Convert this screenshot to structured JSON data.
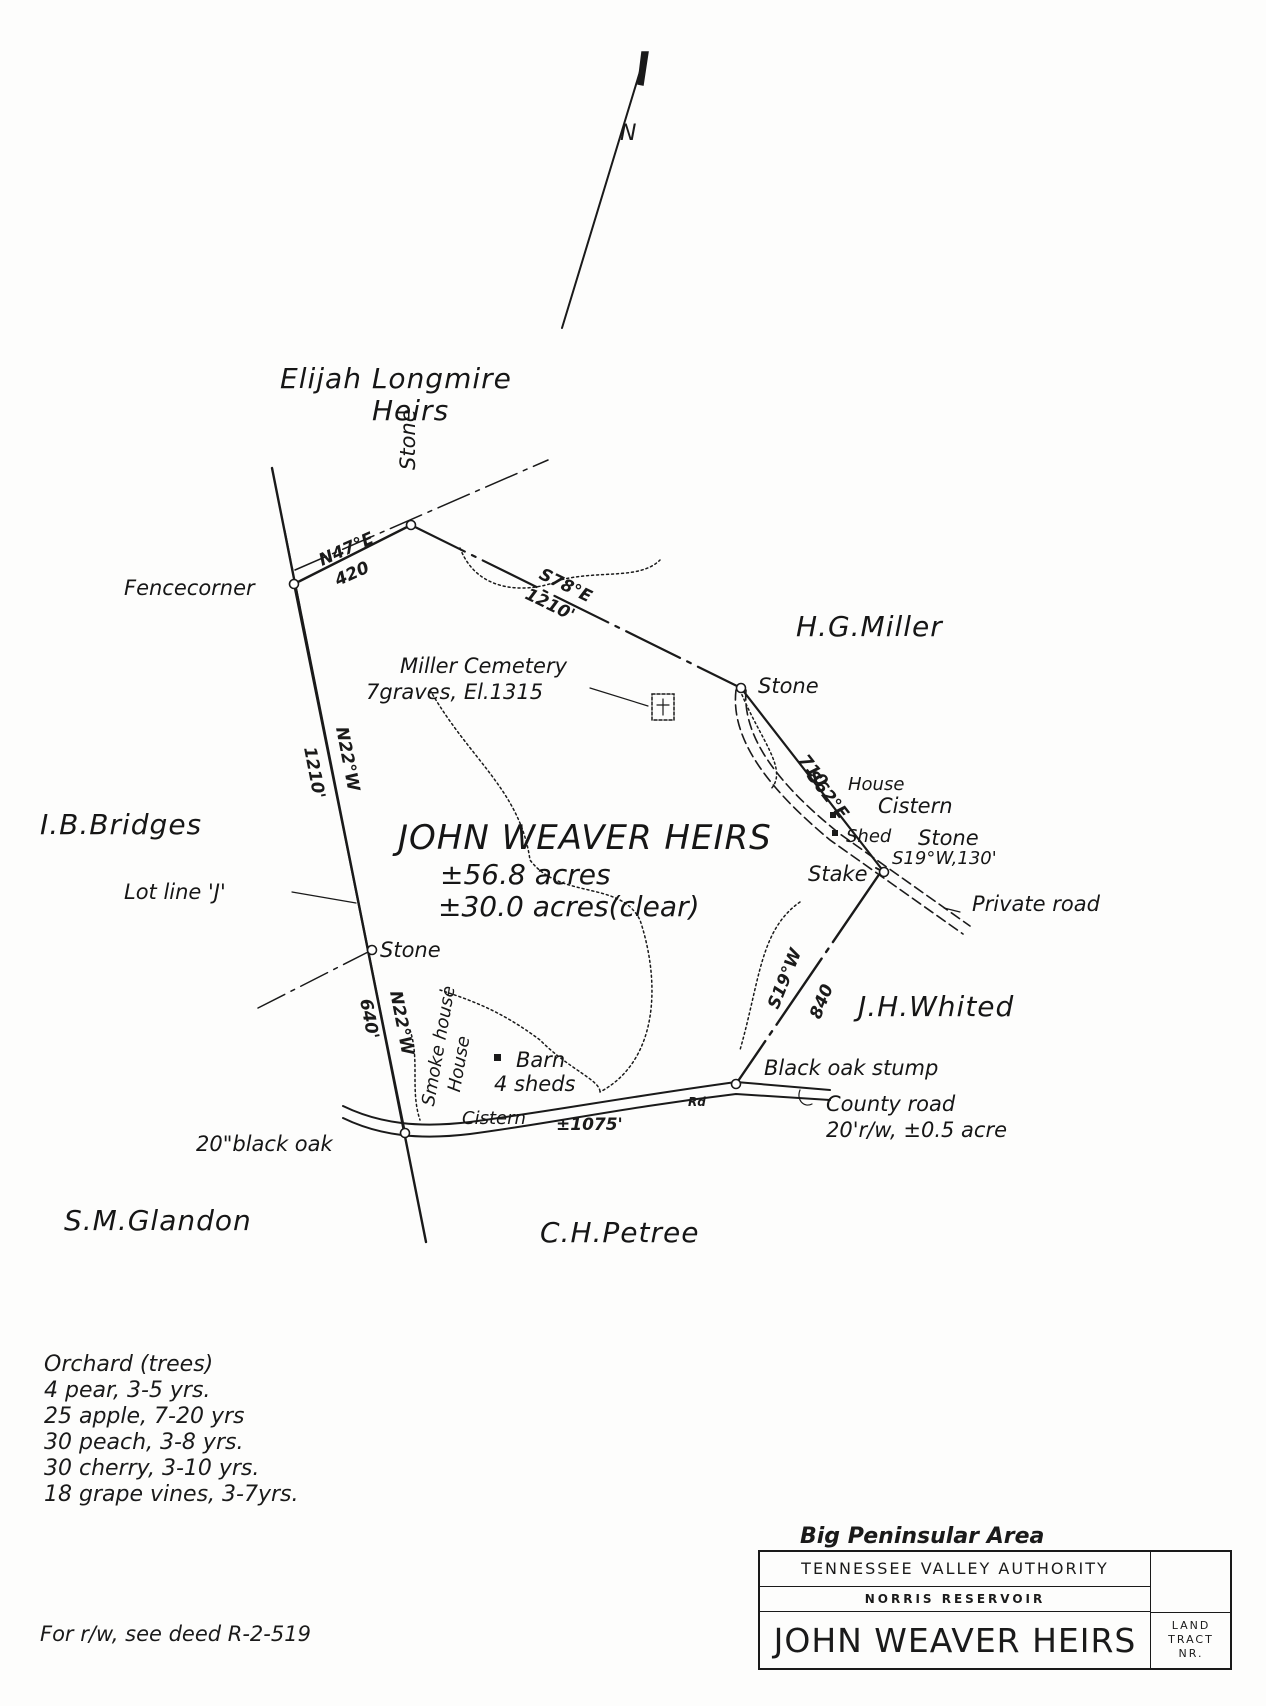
{
  "north_arrow": {
    "label": "N"
  },
  "adjoining_owners": {
    "north_line1": "Elijah Longmire",
    "north_line2": "Heirs",
    "east_upper": "H.G.Miller",
    "west": "I.B.Bridges",
    "east_lower": "J.H.Whited",
    "southwest": "S.M.Glandon",
    "south": "C.H.Petree"
  },
  "tract": {
    "name": "JOHN WEAVER HEIRS",
    "acres_total": "±56.8 acres",
    "acres_clear": "±30.0 acres(clear)"
  },
  "bearings": {
    "n47e": "N47°E",
    "d420": "420",
    "s78e": "S78°E",
    "d1210a": "1210'",
    "s62e": "S62°E",
    "d710": "710",
    "s19w130": "S19°W,130'",
    "s19w": "S19°W",
    "d840": "840",
    "n22w_upper": "N22°W",
    "d1210b": "1210'",
    "n22w_lower": "N22°W",
    "d640": "640'",
    "d1075": "±1075'",
    "rd": "Rd"
  },
  "features": {
    "fencecorner": "Fencecorner",
    "stone_top": "Stone",
    "stone_ne": "Stone",
    "stone_e": "Stone",
    "stake": "Stake",
    "stone_w": "Stone",
    "cemetery_line1": "Miller Cemetery",
    "cemetery_line2": "7graves, El.1315",
    "house_e": "House",
    "cistern_e": "Cistern",
    "shed_e": "Shed",
    "private_road": "Private road",
    "lot_line": "Lot line 'J'",
    "black_oak_stump": "Black oak stump",
    "county_road_1": "County road",
    "county_road_2": "20'r/w, ±0.5 acre",
    "black_oak_20": "20\"black oak",
    "smoke_house": "Smoke house",
    "house_s": "House",
    "cistern_s": "Cistern",
    "barn": "Barn",
    "sheds": "4 sheds"
  },
  "orchard": {
    "title": "Orchard (trees)",
    "items": [
      "4 pear, 3-5 yrs.",
      "25 apple, 7-20 yrs",
      "30 peach, 3-8 yrs.",
      "30 cherry, 3-10 yrs.",
      "18 grape vines, 3-7yrs."
    ]
  },
  "deed_note": "For r/w, see deed R-2-519",
  "title_block": {
    "area": "Big Peninsular Area",
    "agency": "TENNESSEE VALLEY AUTHORITY",
    "reservoir": "NORRIS RESERVOIR",
    "tract_name": "JOHN WEAVER HEIRS",
    "code_line1": "LAND",
    "code_line2": "TRACT",
    "code_line3": "NR."
  }
}
